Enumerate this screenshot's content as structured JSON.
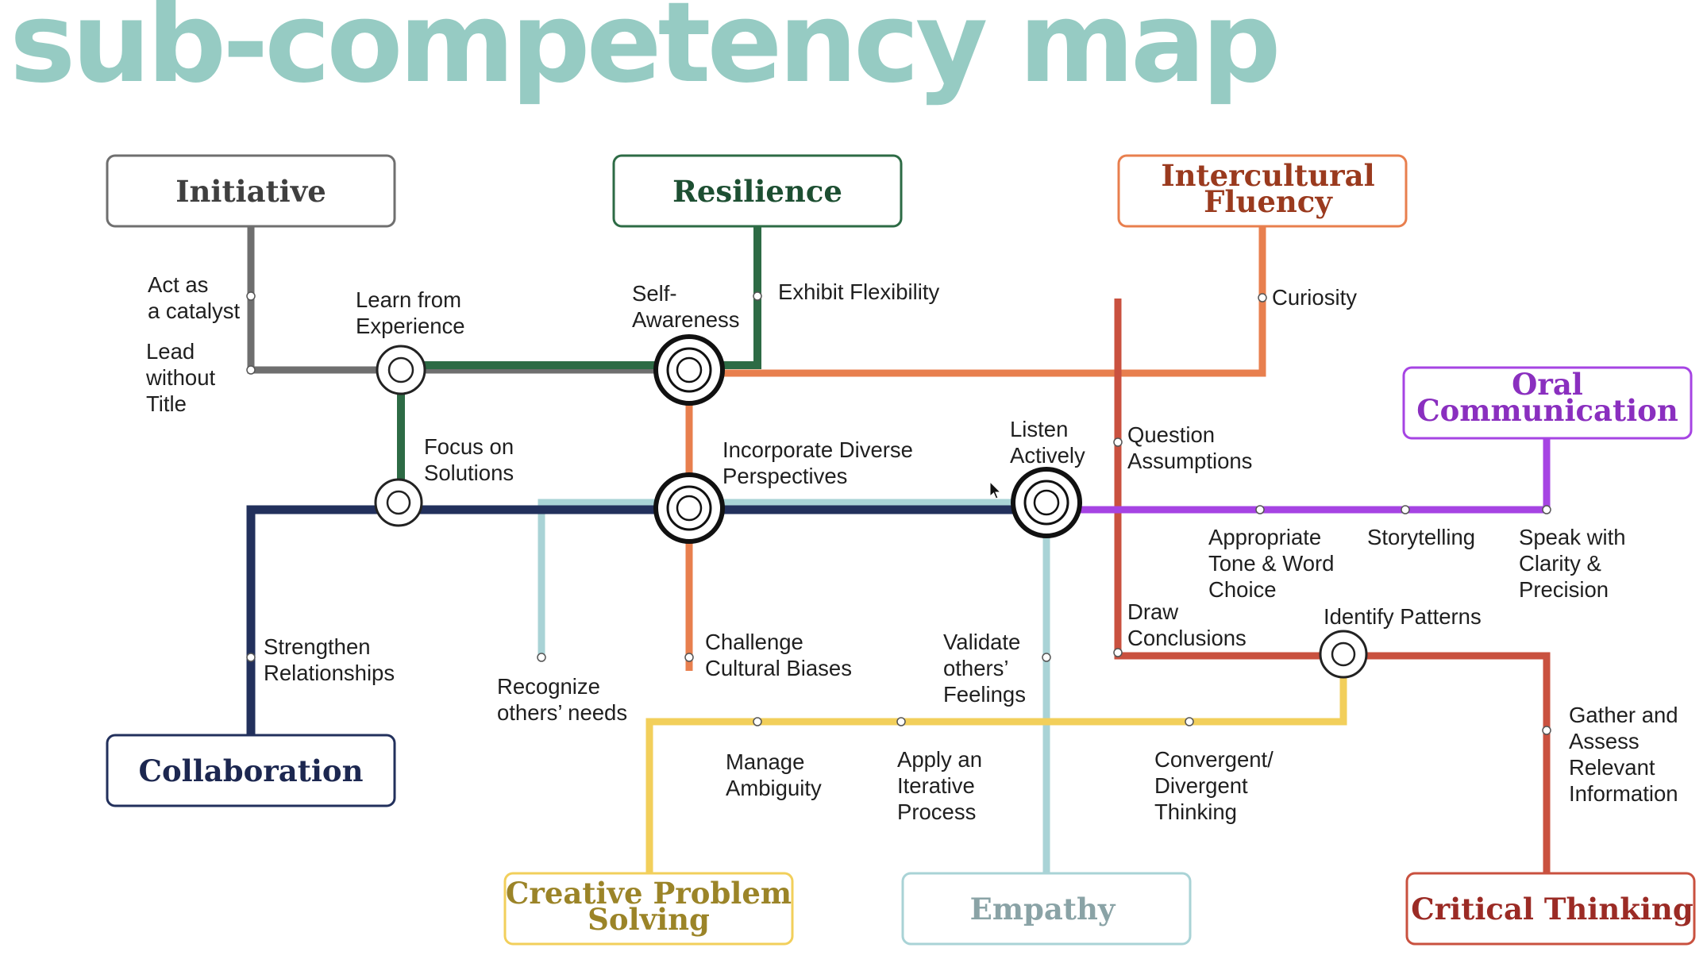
{
  "title": "sub-competency map",
  "competencies": {
    "initiative": {
      "lines": [
        "Initiative"
      ],
      "color": "#6f6f6f"
    },
    "resilience": {
      "lines": [
        "Resilience"
      ],
      "color": "#2d6b45"
    },
    "intercultural": {
      "lines": [
        "Intercultural",
        "Fluency"
      ],
      "color": "#e87f4e"
    },
    "oral": {
      "lines": [
        "Oral",
        "Communication"
      ],
      "color": "#a644e3"
    },
    "collaboration": {
      "lines": [
        "Collaboration"
      ],
      "color": "#22305c"
    },
    "creative": {
      "lines": [
        "Creative Problem",
        "Solving"
      ],
      "color": "#f2cf5b"
    },
    "empathy": {
      "lines": [
        "Empathy"
      ],
      "color": "#a9d3d6"
    },
    "critical": {
      "lines": [
        "Critical Thinking"
      ],
      "color": "#c9513f"
    }
  },
  "text_colors": {
    "initiative": "#3f3f3f",
    "resilience": "#1d4f32",
    "intercultural": "#9a3a1e",
    "oral": "#8a2fbf",
    "collaboration": "#1c2750",
    "creative": "#9b8428",
    "empathy": "#8aa3a6",
    "critical": "#9b2b25"
  },
  "subcompetencies": {
    "act_as_catalyst": [
      "Act as",
      "a catalyst"
    ],
    "lead_without_title": [
      "Lead",
      "without",
      "Title"
    ],
    "learn_from_experience": [
      "Learn from",
      "Experience"
    ],
    "self_awareness": [
      "Self-",
      "Awareness"
    ],
    "exhibit_flexibility": [
      "Exhibit Flexibility"
    ],
    "curiosity": [
      "Curiosity"
    ],
    "focus_on_solutions": [
      "Focus on",
      "Solutions"
    ],
    "incorporate_diverse": [
      "Incorporate Diverse",
      "Perspectives"
    ],
    "listen_actively": [
      "Listen",
      "Actively"
    ],
    "question_assumptions": [
      "Question",
      "Assumptions"
    ],
    "appropriate_tone": [
      "Appropriate",
      "Tone & Word",
      "Choice"
    ],
    "storytelling": [
      "Storytelling"
    ],
    "speak_with_clarity": [
      "Speak with",
      "Clarity &",
      "Precision"
    ],
    "strengthen_relationships": [
      "Strengthen",
      "Relationships"
    ],
    "recognize_needs": [
      "Recognize",
      "others’ needs"
    ],
    "challenge_biases": [
      "Challenge",
      "Cultural Biases"
    ],
    "validate_feelings": [
      "Validate",
      "others’",
      "Feelings"
    ],
    "draw_conclusions": [
      "Draw",
      "Conclusions"
    ],
    "identify_patterns": [
      "Identify Patterns"
    ],
    "manage_ambiguity": [
      "Manage",
      "Ambiguity"
    ],
    "apply_iterative": [
      "Apply an",
      "Iterative",
      "Process"
    ],
    "convergent_divergent": [
      "Convergent/",
      "Divergent",
      "Thinking"
    ],
    "gather_assess": [
      "Gather and",
      "Assess",
      "Relevant",
      "Information"
    ]
  }
}
